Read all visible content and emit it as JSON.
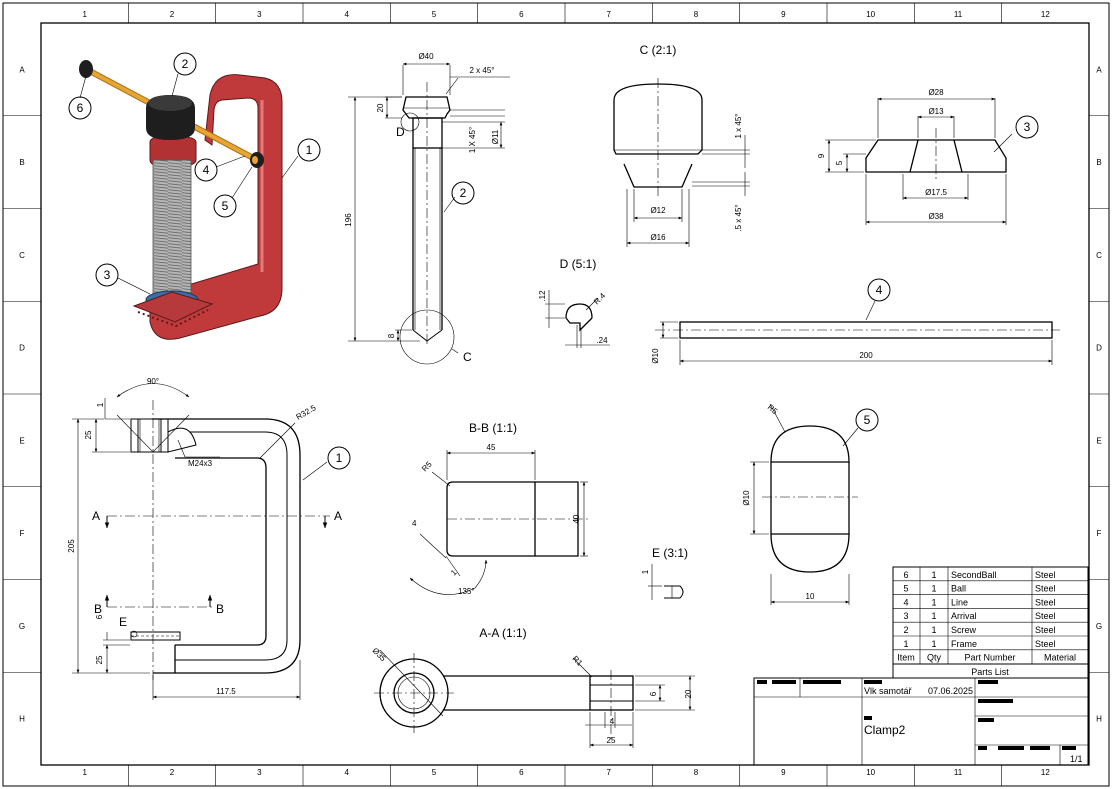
{
  "sheet": {
    "grid_columns": [
      "1",
      "2",
      "3",
      "4",
      "5",
      "6",
      "7",
      "8",
      "9",
      "10",
      "11",
      "12"
    ],
    "grid_rows": [
      "A",
      "B",
      "C",
      "D",
      "E",
      "F",
      "G",
      "H"
    ]
  },
  "views": {
    "detail_c": "C (2:1)",
    "detail_d": "D (5:1)",
    "section_bb": "B-B (1:1)",
    "detail_e": "E (3:1)",
    "section_aa": "A-A (1:1)"
  },
  "balloons": [
    "1",
    "2",
    "3",
    "4",
    "5",
    "6"
  ],
  "dimensions": {
    "screw_dia": "Ø40",
    "screw_chamfer": "2 x 45°",
    "screw_head": "20",
    "screw_chamfer2": "1 X 45°",
    "screw_hole": "Ø11",
    "screw_len": "196",
    "screw_tip": "8",
    "c_chamfer1": "1 x 45°",
    "c_chamfer2": ".5 x 45°",
    "c_d12": "Ø12",
    "c_d16": "Ø16",
    "arr_d28": "Ø28",
    "arr_d13": "Ø13",
    "arr_9": "9",
    "arr_5": "5",
    "arr_d175": "Ø17.5",
    "arr_d38": "Ø38",
    "d_12": ".12",
    "d_r4": "R.4",
    "d_24": ".24",
    "line_d10": "Ø10",
    "line_200": "200",
    "frame_90": "90°",
    "frame_1": "1",
    "frame_25a": "25",
    "frame_r325": "R32.5",
    "frame_thread": "M24x3",
    "frame_205": "205",
    "frame_6": "6",
    "frame_25b": "25",
    "frame_1175": "117.5",
    "bb_45": "45",
    "bb_r5": "R5",
    "bb_40": "40",
    "bb_4": "4",
    "bb_1": "1",
    "bb_135": "135°",
    "ball_r5": "R5",
    "ball_d10": "Ø10",
    "ball_10": "10",
    "e_1": "1",
    "aa_d35": "Ø35",
    "aa_r1": "R1",
    "aa_6": "6",
    "aa_20": "20",
    "aa_4": "4",
    "aa_25": "25"
  },
  "section_letters": {
    "a": "A",
    "b": "B",
    "c": "C",
    "d": "D",
    "e": "E"
  },
  "parts_list": {
    "title": "Parts List",
    "headers": [
      "Item",
      "Qty",
      "Part Number",
      "Material"
    ],
    "rows": [
      [
        "6",
        "1",
        "SecondBall",
        "Steel"
      ],
      [
        "5",
        "1",
        "Ball",
        "Steel"
      ],
      [
        "4",
        "1",
        "Line",
        "Steel"
      ],
      [
        "3",
        "1",
        "Arrival",
        "Steel"
      ],
      [
        "2",
        "1",
        "Screw",
        "Steel"
      ],
      [
        "1",
        "1",
        "Frame",
        "Steel"
      ]
    ]
  },
  "title_block": {
    "author": "Vlk samotář",
    "date": "07.06.2025",
    "title": "Clamp2",
    "sheet": "1/1"
  },
  "colors": {
    "frame_red": "#c0393b",
    "handle_yellow": "#e8a531",
    "knob_black": "#1e1e1e",
    "thread_grey": "#b9b9b9",
    "pad_blue": "#3c6fa8"
  }
}
